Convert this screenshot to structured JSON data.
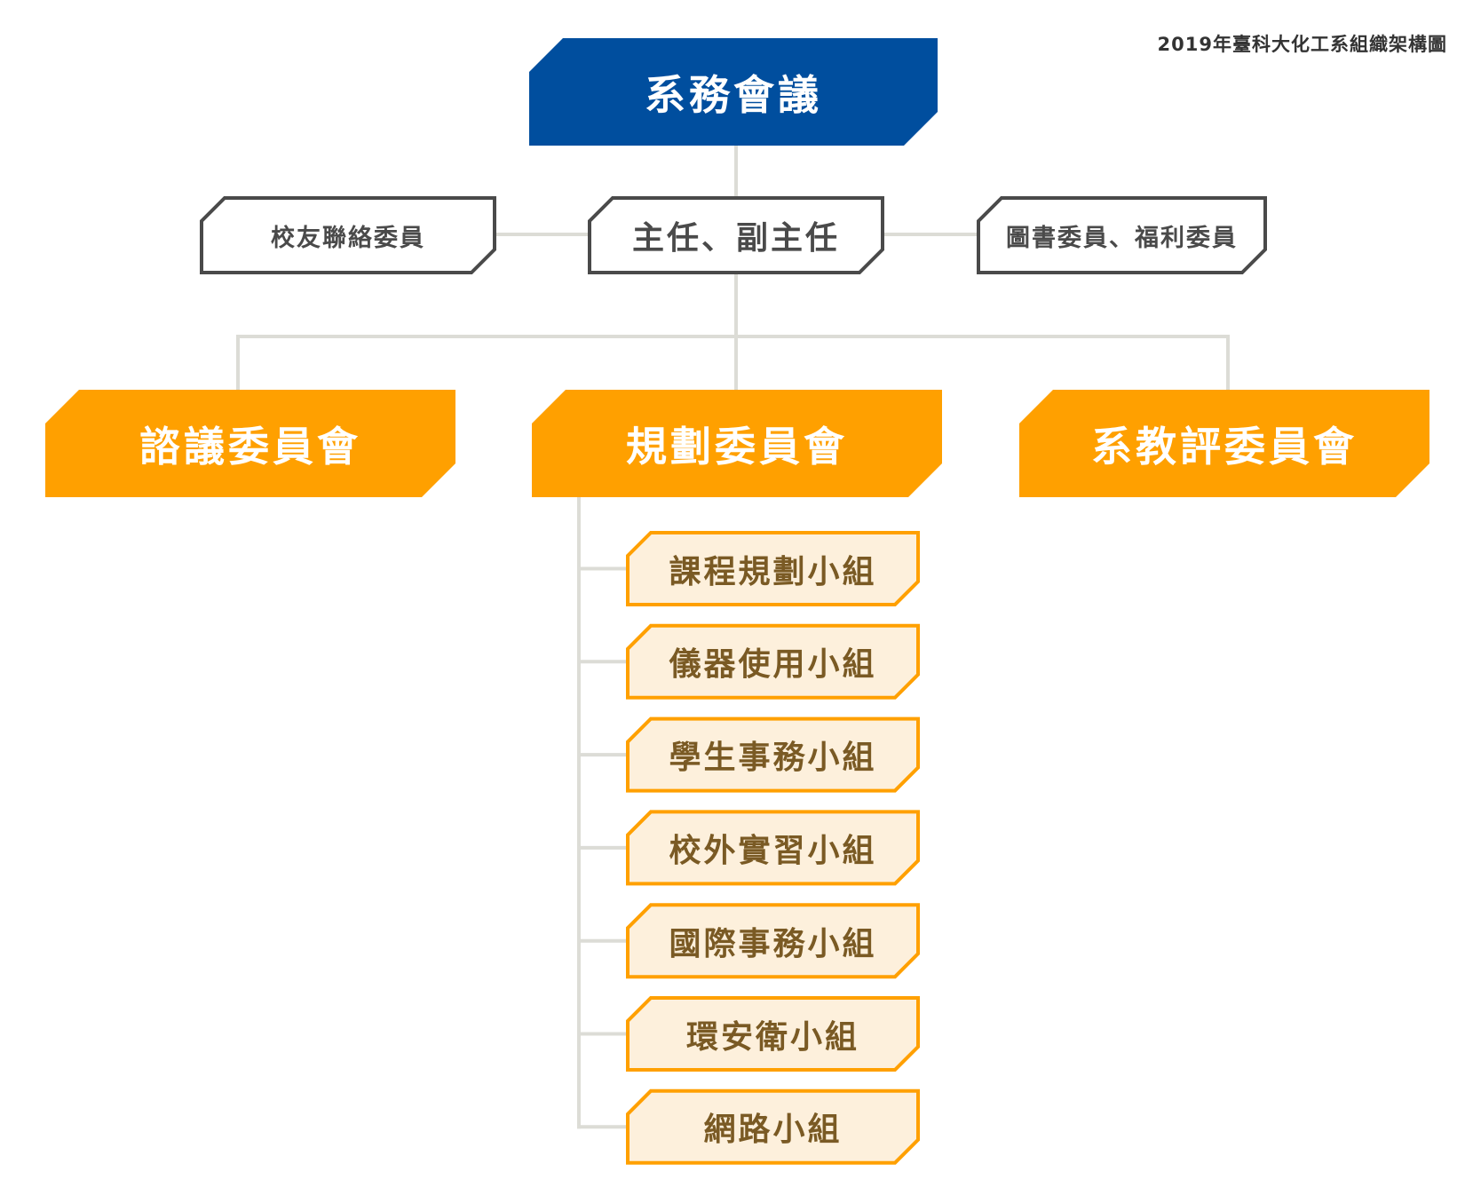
{
  "caption": "2019年臺科大化工系組織架構圖",
  "colors": {
    "top_fill": "#004e9e",
    "committee_fill": "#ffa000",
    "sub_fill": "#fdf0dc",
    "sub_stroke": "#ffa000",
    "sub_text": "#7a5a24",
    "gray_stroke": "#4a4a4a",
    "connector": "#dcdcd6"
  },
  "root": {
    "label": "系務會議"
  },
  "officers": {
    "left": {
      "label": "校友聯絡委員"
    },
    "center": {
      "label": "主任、副主任"
    },
    "right": {
      "label": "圖書委員、福利委員"
    }
  },
  "committees": [
    {
      "label": "諮議委員會"
    },
    {
      "label": "規劃委員會"
    },
    {
      "label": "系教評委員會"
    }
  ],
  "planning_subgroups": [
    {
      "label": "課程規劃小組"
    },
    {
      "label": "儀器使用小組"
    },
    {
      "label": "學生事務小組"
    },
    {
      "label": "校外實習小組"
    },
    {
      "label": "國際事務小組"
    },
    {
      "label": "環安衛小組"
    },
    {
      "label": "網路小組"
    }
  ]
}
